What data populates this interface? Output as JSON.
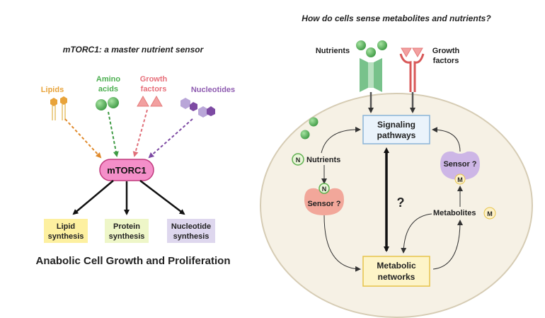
{
  "left_panel": {
    "title": "mTORC1:  a master nutrient sensor",
    "inputs": {
      "lipids": "Lipids",
      "amino_line1": "Amino",
      "amino_line2": "acids",
      "growth_line1": "Growth",
      "growth_line2": "factors",
      "nucleotides": "Nucleotides"
    },
    "hub": "mTORC1",
    "outputs": {
      "lipid_line1": "Lipid",
      "lipid_line2": "synthesis",
      "protein_line1": "Protein",
      "protein_line2": "synthesis",
      "nucleotide_line1": "Nucleotide",
      "nucleotide_line2": "synthesis"
    },
    "footer": "Anabolic Cell Growth and Proliferation"
  },
  "right_panel": {
    "title": "How do cells sense metabolites and nutrients?",
    "nutrients_label": "Nutrients",
    "growth_line1": "Growth",
    "growth_line2": "factors",
    "signaling_line1": "Signaling",
    "signaling_line2": "pathways",
    "nutrients_inner": "Nutrients",
    "n_badge": "N",
    "n_badge_sensor": "N",
    "sensor_left": "Sensor ?",
    "sensor_right": "Sensor ?",
    "m_badge_sensor": "M",
    "m_badge_metab": "M",
    "question": "?",
    "metabolites_label": "Metabolites",
    "metabolic_line1": "Metabolic",
    "metabolic_line2": "networks"
  },
  "colors": {
    "lipid": "#e8a33a",
    "amino": "#4caf50",
    "growth": "#ee8a8a",
    "nucleotide": "#8e5bb0",
    "mtorc1_fill": "#f48fc9",
    "mtorc1_stroke": "#c0397c",
    "lipid_box": "#fdf0a0",
    "protein_box": "#eef6c8",
    "nucleotide_box": "#ded7ee",
    "cell_fill": "#f6f1e5",
    "cell_stroke": "#d6ccb4",
    "signaling_fill": "#eaf3fb",
    "signaling_stroke": "#8ab4d8",
    "metabolic_fill": "#fdf4c8",
    "metabolic_stroke": "#e6c34a",
    "sensor_left": "#f2a79a",
    "sensor_right": "#cdb6e6"
  }
}
